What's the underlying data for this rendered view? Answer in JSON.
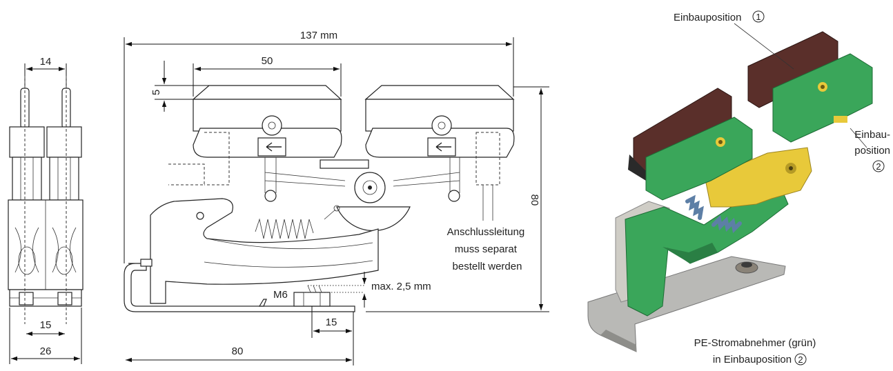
{
  "drawing": {
    "side_view": {
      "dim_top": "14",
      "dim_mid": "15",
      "dim_bottom": "26"
    },
    "front_view": {
      "dim_overall_width": "137 mm",
      "dim_shoe_width": "50",
      "dim_shoe_height": "5",
      "dim_height": "80",
      "dim_base_length": "80",
      "dim_hole_offset": "15",
      "thread_label": "M6",
      "max_label": "max. 2,5 mm",
      "cable_note": [
        "Anschlussleitung",
        "muss separat",
        "bestellt werden"
      ]
    },
    "photo": {
      "pos1_label": "Einbauposition",
      "pos1_number": "1",
      "pos2_label_lines": [
        "Einbau-",
        "position"
      ],
      "pos2_number": "2",
      "caption_lines": [
        "PE-Stromabnehmer (grün)",
        "in Einbauposition"
      ],
      "caption_number": "2",
      "colors": {
        "green": "#3aa65a",
        "green_dark": "#2a7f44",
        "yellow": "#e8c93a",
        "carbon": "#5a2f2a",
        "steel": "#b9b9b6",
        "black": "#2a2a2a"
      }
    }
  }
}
